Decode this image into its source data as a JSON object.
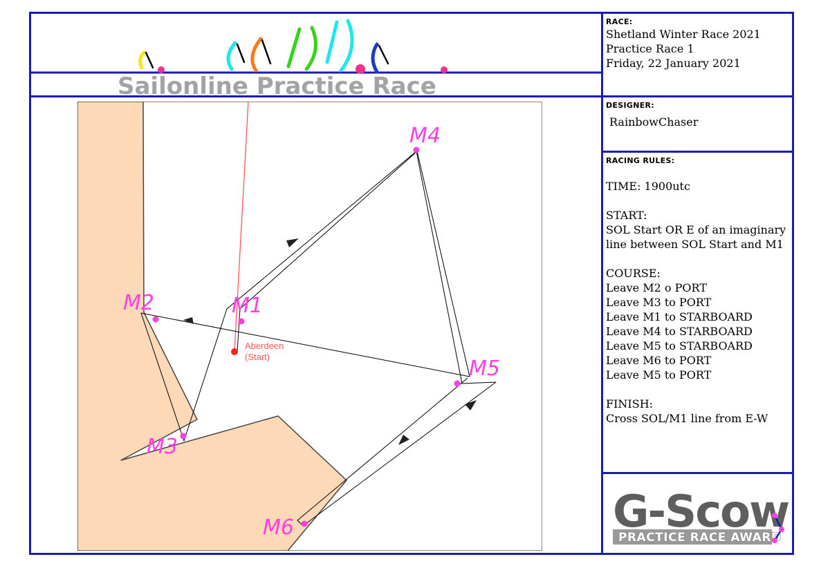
{
  "banner": {
    "title": "Sailonline Practice Race"
  },
  "race": {
    "label": "RACE:",
    "lines": [
      "Shetland Winter Race 2021",
      "Practice Race 1",
      "Friday, 22 January 2021"
    ]
  },
  "designer": {
    "label": "DESIGNER:",
    "name": "RainbowChaser"
  },
  "rules": {
    "label": "RACING RULES:",
    "lines": [
      "TIME: 1900utc",
      "",
      "START:",
      "SOL Start OR E of an imaginary",
      "line between SOL Start and M1",
      "",
      "COURSE:",
      "Leave M2 o PORT",
      "Leave M3 to PORT",
      "Leave M1 to STARBOARD",
      "Leave M4 to STARBOARD",
      "Leave M5 to STARBOARD",
      "Leave M6 to PORT",
      "Leave M5 to PORT",
      "",
      "FINISH:",
      "Cross SOL/M1 line from E-W"
    ]
  },
  "map": {
    "start_label": "Aberdeen",
    "start_sublabel": "(Start)",
    "marks": [
      {
        "name": "M1",
        "label": "M1"
      },
      {
        "name": "M2",
        "label": "M2"
      },
      {
        "name": "M3",
        "label": "M3"
      },
      {
        "name": "M4",
        "label": "M4"
      },
      {
        "name": "M5",
        "label": "M5"
      },
      {
        "name": "M6",
        "label": "M6"
      }
    ],
    "colors": {
      "land": "#fdd9b8",
      "course": "#000000",
      "start_line": "#ff5555",
      "mark": "#ff3fe0"
    }
  },
  "logo": {
    "word": "G-Scow",
    "sub": "PRACTICE RACE AWARD"
  },
  "colors": {
    "frame": "#1a1ab4",
    "sail_yellow": "#f5e614",
    "sail_cyan": "#1ee6f0",
    "sail_orange": "#ff7a14",
    "sail_green": "#38d21e",
    "sail_blue": "#1a3cc8",
    "dot_pink": "#f0328c"
  }
}
